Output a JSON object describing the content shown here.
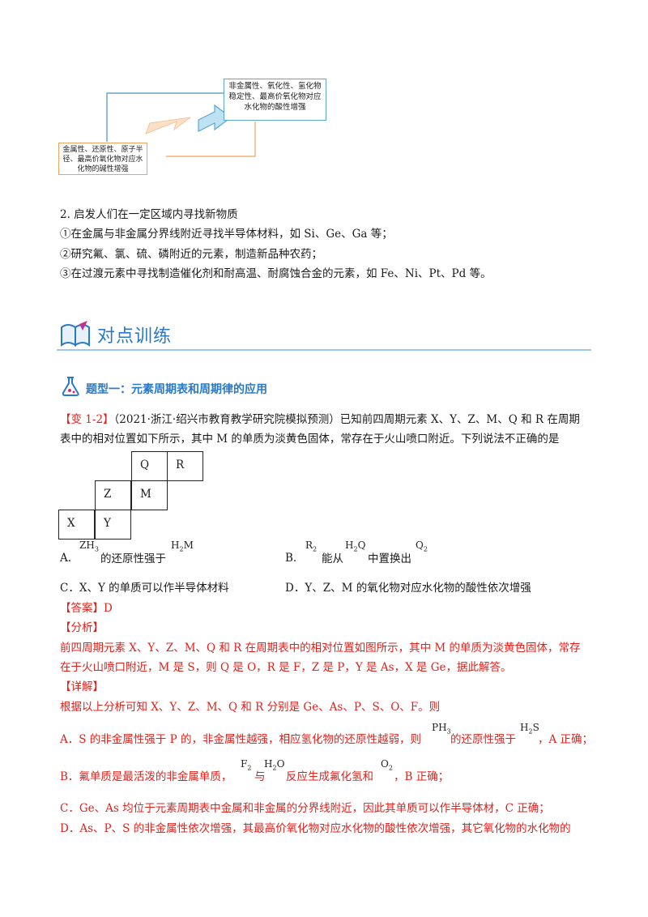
{
  "diagram": {
    "box_right": "非金属性、氧化性、氢化物稳定性、最高价氧化物对应水化物的酸性增强",
    "box_left": "金属性、还原性、原子半径、最高价氧化物对应水化物的碱性增强"
  },
  "intro": {
    "heading": "2. 启发人们在一定区域内寻找新物质",
    "items": [
      "①在金属与非金属分界线附近寻找半导体材料，如 Si、Ge、Ga 等；",
      "②研究氟、氯、硫、磷附近的元素，制造新品种农药；",
      "③在过渡元素中寻找制造催化剂和耐高温、耐腐蚀合金的元素，如 Fe、Ni、Pt、Pd 等。"
    ]
  },
  "section": {
    "title": "对点训练"
  },
  "subsection": {
    "title": "题型一：元素周期表和周期律的应用"
  },
  "question": {
    "tag": "【变 1-2】",
    "line1": "（2021·浙江·绍兴市教育教学研究院模拟预测）已知前四周期元素 X、Y、Z、M、Q 和 R 在周期",
    "line2": "表中的相对位置如下所示，其中 M 的单质为淡黄色固体，常存在于火山喷口附近。下列说法不正确的是",
    "grid": [
      "Q",
      "R",
      "Z",
      "M",
      "X",
      "Y"
    ],
    "optA_label": "A.",
    "optA_f1": "ZH",
    "optA_f1_sub": "3",
    "optA_mid": "的还原性强于",
    "optA_f2a": "H",
    "optA_f2_sub": "2",
    "optA_f2b": "M",
    "optB_label": "B.",
    "optB_f1": "R",
    "optB_f1_sub": "2",
    "optB_mid": "能从",
    "optB_f2a": "H",
    "optB_f2_sub": "2",
    "optB_f2b": "Q",
    "optB_mid2": "中置换出",
    "optB_f3": "Q",
    "optB_f3_sub": "2",
    "optC": "C．X、Y 的单质可以作半导体材料",
    "optD": "D．Y、Z、M 的氧化物对应水化物的酸性依次增强"
  },
  "answer": {
    "label": "【答案】D",
    "analysis_label": "【分析】",
    "analysis1": "前四周期元素 X、Y、Z、M、Q 和 R 在周期表中的相对位置如图所示，其中 M 的单质为淡黄色固体，常存",
    "analysis2": "在于火山喷口附近，M 是 S，则 Q 是 O，R 是 F，Z 是 P，Y 是 As，X 是 Ge，据此解答。",
    "detail_label": "【详解】",
    "detail1": "根据以上分析可知 X、Y、Z、M、Q 和 R 分别是 Ge、As、P、S、O、F。则",
    "a_text1": "A．S 的非金属性强于 P 的，非金属性越强，相应氢化物的还原性越弱，则",
    "a_f1": "PH",
    "a_f1_sub": "3",
    "a_text2": "的还原性强于",
    "a_f2a": "H",
    "a_f2_sub": "2",
    "a_f2b": "S",
    "a_text3": "，A 正确；",
    "b_text1": "B．氟单质是最活泼的非金属单质，",
    "b_f1": "F",
    "b_f1_sub": "2",
    "b_text2": "与",
    "b_f2a": "H",
    "b_f2_sub": "2",
    "b_f2b": "O",
    "b_text3": "反应生成氟化氢和",
    "b_f3": "O",
    "b_f3_sub": "2",
    "b_text4": "，B 正确；",
    "c_text": "C．Ge、As 均位于元素周期表中金属和非金属的分界线附近，因此其单质可以作半导体材，C 正确；",
    "d_text": "D．As、P、S 的非金属性依次增强，其最高价氧化物对应水化物的酸性依次增强，其它氧化物的水化物的"
  },
  "colors": {
    "accent_blue": "#2a78c8",
    "answer_red": "#e0211b",
    "diagram_orange": "#f0a35e"
  }
}
